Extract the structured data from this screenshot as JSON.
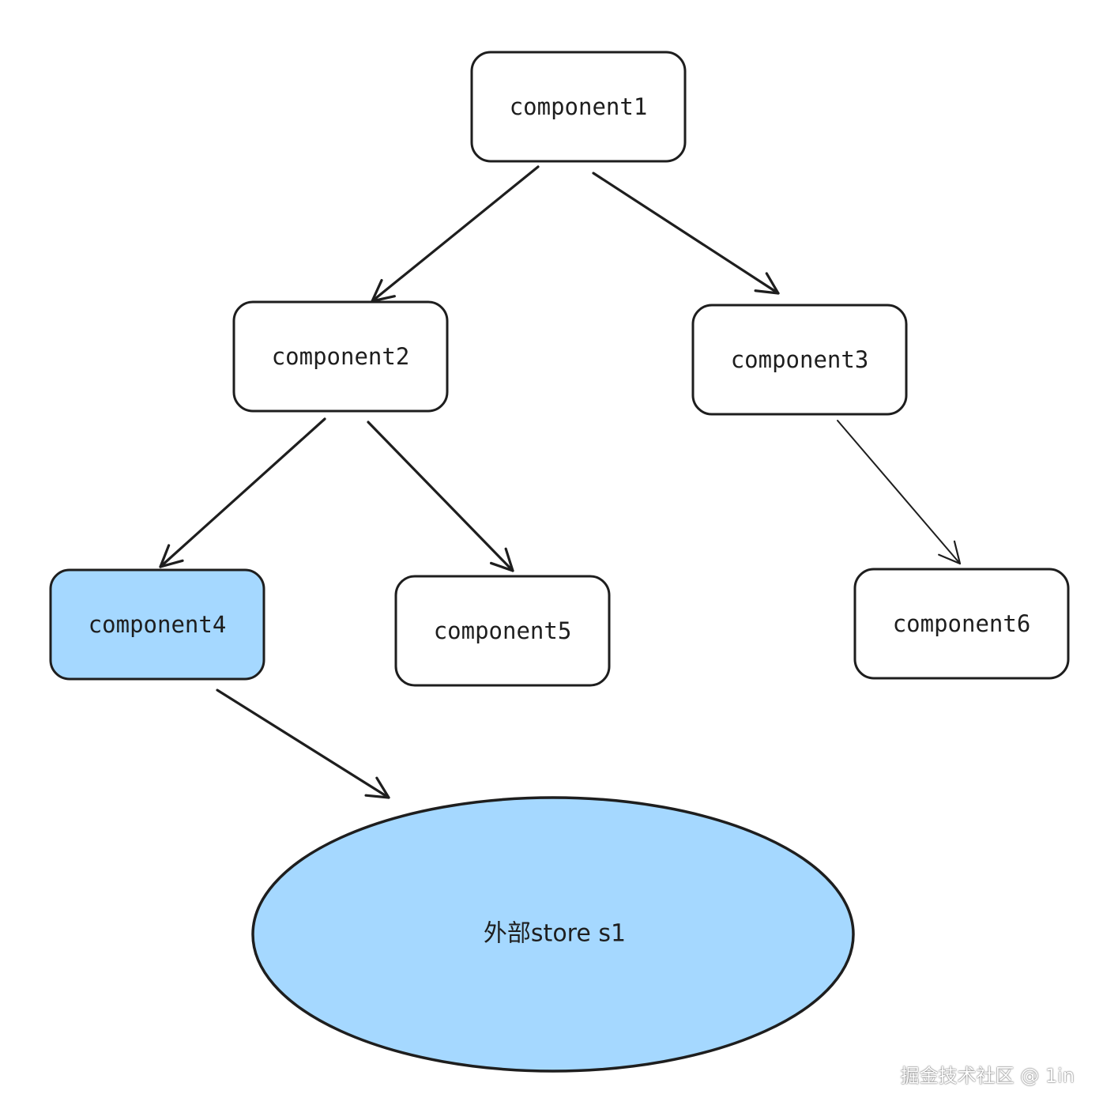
{
  "nodes": {
    "component1": "component1",
    "component2": "component2",
    "component3": "component3",
    "component4": "component4",
    "component5": "component5",
    "component6": "component6"
  },
  "store": {
    "label": "外部store s1"
  },
  "edges": [
    {
      "from": "component1",
      "to": "component2"
    },
    {
      "from": "component1",
      "to": "component3"
    },
    {
      "from": "component2",
      "to": "component4"
    },
    {
      "from": "component2",
      "to": "component5"
    },
    {
      "from": "component3",
      "to": "component6"
    },
    {
      "from": "component4",
      "to": "store"
    }
  ],
  "colors": {
    "highlight_fill": "#a5d8ff",
    "stroke": "#1e1e1e",
    "background": "#ffffff"
  },
  "watermark": "掘金技术社区 @ 1in"
}
